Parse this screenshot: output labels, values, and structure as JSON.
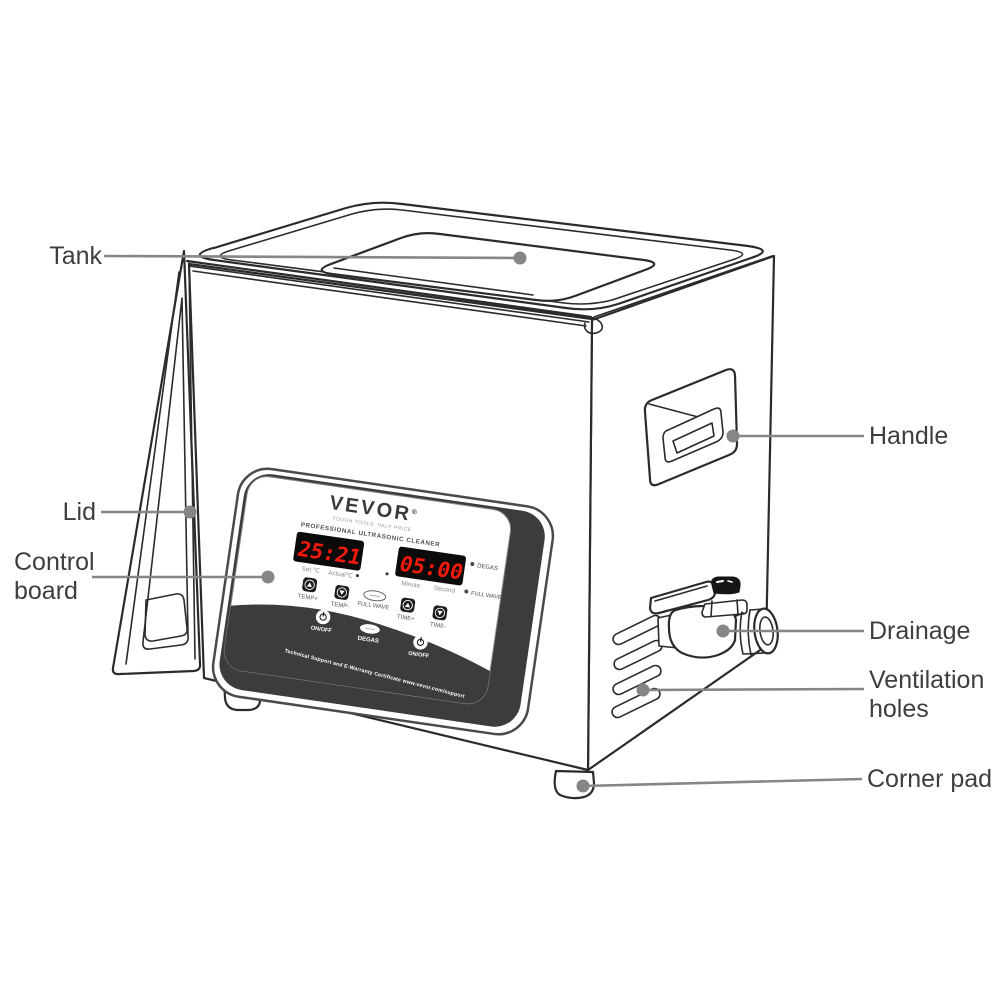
{
  "colors": {
    "line": "#2b2b2b",
    "leader": "#868686",
    "bezel_dark": "#3c3c3c",
    "led_red": "#f5190b",
    "label_text": "#3e3e3e"
  },
  "callouts": [
    {
      "id": "tank",
      "label": "Tank"
    },
    {
      "id": "lid",
      "label": "Lid"
    },
    {
      "id": "control-board",
      "label": "Control board"
    },
    {
      "id": "handle",
      "label": "Handle"
    },
    {
      "id": "drainage",
      "label": "Drainage"
    },
    {
      "id": "ventilation-holes",
      "label": "Ventilation holes"
    },
    {
      "id": "corner-pad",
      "label": "Corner pad"
    }
  ],
  "panel": {
    "brand": "VEVOR",
    "brand_reg": "®",
    "tagline": "TOUGH TOOLS, HALF PRICE",
    "title": "PROFESSIONAL ULTRASONIC CLEANER",
    "temp_display": {
      "value": "25:21",
      "label_set": "Set ℃",
      "label_actual": "Actual℃"
    },
    "time_display": {
      "value": "05:00",
      "label_minute": "Minute",
      "label_second": "Second"
    },
    "indicators": {
      "degas": "DEGAS",
      "full_wave": "FULL WAVE"
    },
    "buttons": {
      "temp_up": "TEMP+",
      "temp_down": "TEMP-",
      "full_wave": "FULL WAVE",
      "time_up": "TIME+",
      "time_down": "TIME-",
      "power_left": "ON/OFF",
      "degas": "DEGAS",
      "power_right": "ON/OFF"
    },
    "support_text": "Technical Support and E-Warranty Certificate www.vevor.com/support"
  }
}
